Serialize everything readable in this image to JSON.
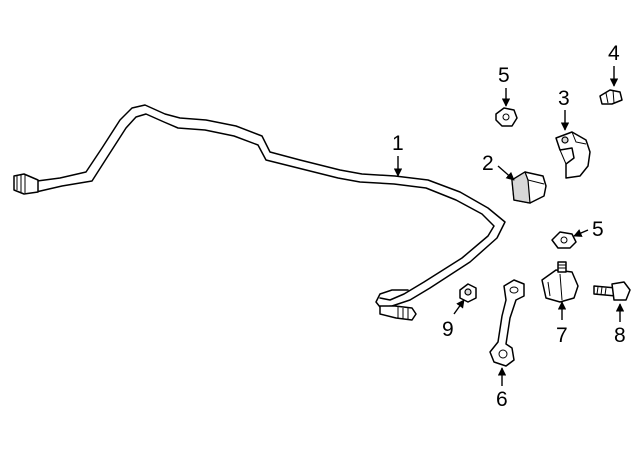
{
  "callouts": {
    "c1": "1",
    "c2": "2",
    "c3": "3",
    "c4": "4",
    "c5a": "5",
    "c5b": "5",
    "c6": "6",
    "c7": "7",
    "c8": "8",
    "c9": "9"
  },
  "colors": {
    "line": "#000000",
    "background": "#ffffff",
    "shade": "#d8d8d8"
  }
}
